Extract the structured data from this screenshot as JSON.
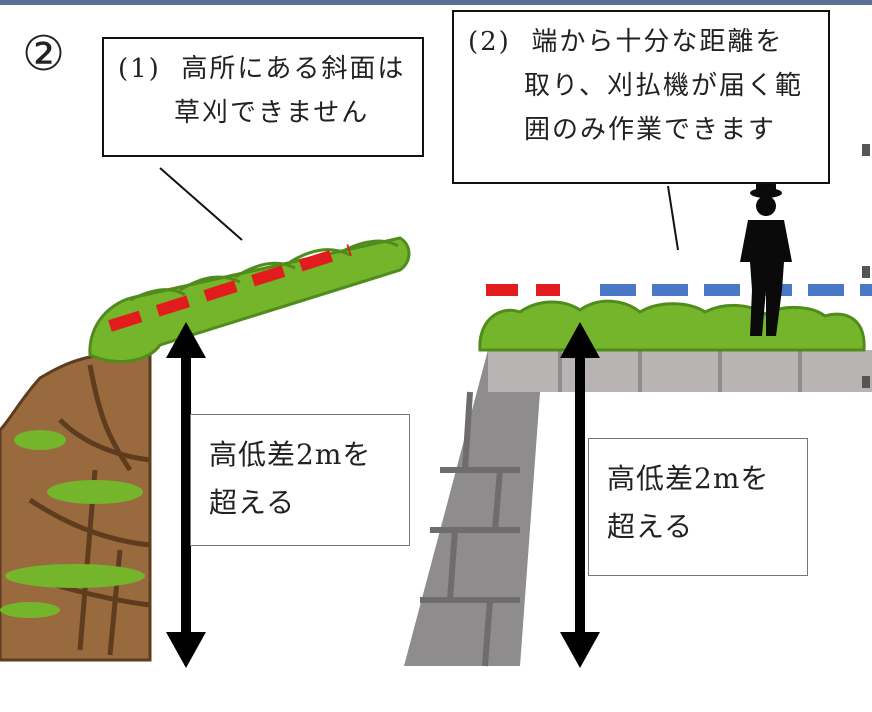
{
  "step_number": "②",
  "callout_left": {
    "text": "(1)  高所にある斜面は\n　　草刈できません"
  },
  "callout_right": {
    "text": "(2)  端から十分な距離を\n　　取り、刈払機が届く範\n　　囲のみ作業できます"
  },
  "height_label_left": "高低差2mを\n超える",
  "height_label_right": "高低差2mを\n超える",
  "colors": {
    "red_line": "#e21c1c",
    "blue_line": "#4a78c8",
    "grass": "#74b52c",
    "grass_dark": "#4f8c1c",
    "cliff": "#9a6a3f",
    "stone": "#8e8c8c",
    "arrow": "#000000"
  },
  "icons": [
    "person-silhouette-icon",
    "double-arrow-icon"
  ]
}
